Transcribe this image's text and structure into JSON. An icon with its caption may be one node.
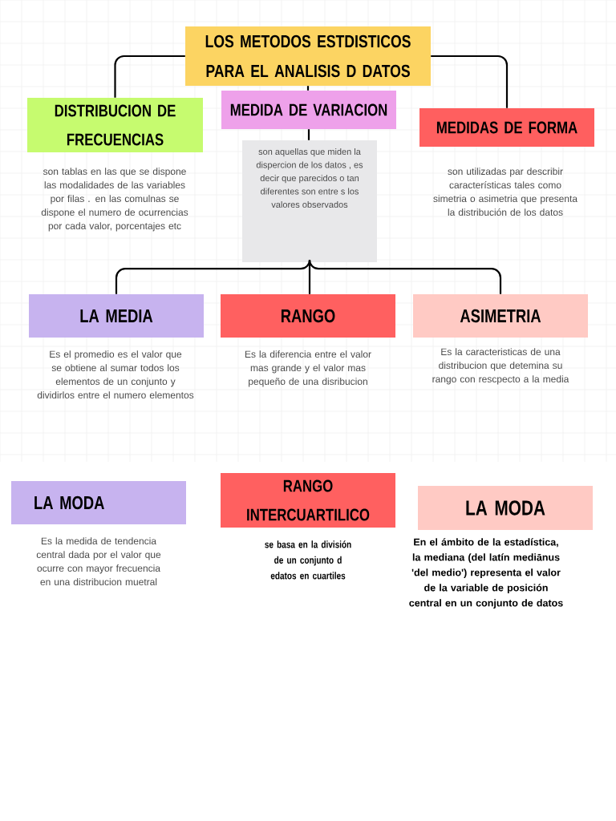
{
  "diagram": {
    "nodes": [
      {
        "text": [
          "LOS METODOS ESTDISTICOS PARA EL ANALISIS D DATOS"
        ]
      },
      {
        "text": [
          "DISTRIBUCION DE FRECUENCIAS"
        ],
        "beside": [
          "son tablas en las que se dispone las modalidades de las variables por filas . en las comulnas se dispone el numero de ocurrencias por cada valor, porcentajes etc"
        ]
      },
      {
        "text": [
          "MEDIDA DE VARIACION"
        ]
      },
      {
        "text": [
          "MEDIDAS DE FORMA"
        ],
        "beside": [
          "son utilizadas par describir características tales como simetria o asimetria que presenta la distribución de los datos"
        ]
      },
      {
        "text": [
          "son aquellas que miden la dispercion de los datos , es decir que parecidos o tan diferentes son entre s los valores observados"
        ]
      },
      {
        "text": [
          "LA MEDIA"
        ],
        "beside": [
          "Es el promedio es el valor que se obtiene al sumar todos los elementos de un conjunto y dividirlos entre el numero elementos"
        ]
      },
      {
        "text": [
          "RANGO"
        ],
        "beside": [
          "Es la diferencia entre el valor mas grande y el valor mas pequeño de una disribucion"
        ]
      },
      {
        "text": [
          "ASIMETRIA"
        ],
        "beside": [
          "Es la caracteristicas de una distribucion que detemina su rango con rescpecto a la media"
        ]
      },
      {
        "text": [
          "LA MODA"
        ],
        "beside": [
          "Es la medida de tendencia central dada por el valor que ocurre con mayor frecuencia en una distribucion muetral"
        ]
      },
      {
        "text": [
          "RANGO INTERCUARTILICO"
        ],
        "beside": [
          "se basa en la división de un conjunto d edatos en cuartiles"
        ]
      },
      {
        "text": [
          "LA MODA"
        ],
        "beside": [
          "En el ámbito de la estadística, la mediana (del latín mediānus 'del medio') representa el valor de la variable de posición central en un conjunto de datos"
        ]
      }
    ],
    "edges": [
      {
        "from": 0,
        "to": 1,
        "arrow": "none"
      },
      {
        "from": 0,
        "to": 2,
        "arrow": "none"
      },
      {
        "from": 0,
        "to": 3,
        "arrow": "none"
      },
      {
        "from": 2,
        "to": 4,
        "arrow": "none"
      },
      {
        "from": 4,
        "to": 5,
        "arrow": "none"
      },
      {
        "from": 4,
        "to": 6,
        "arrow": "none"
      },
      {
        "from": 4,
        "to": 7,
        "arrow": "none"
      }
    ]
  }
}
